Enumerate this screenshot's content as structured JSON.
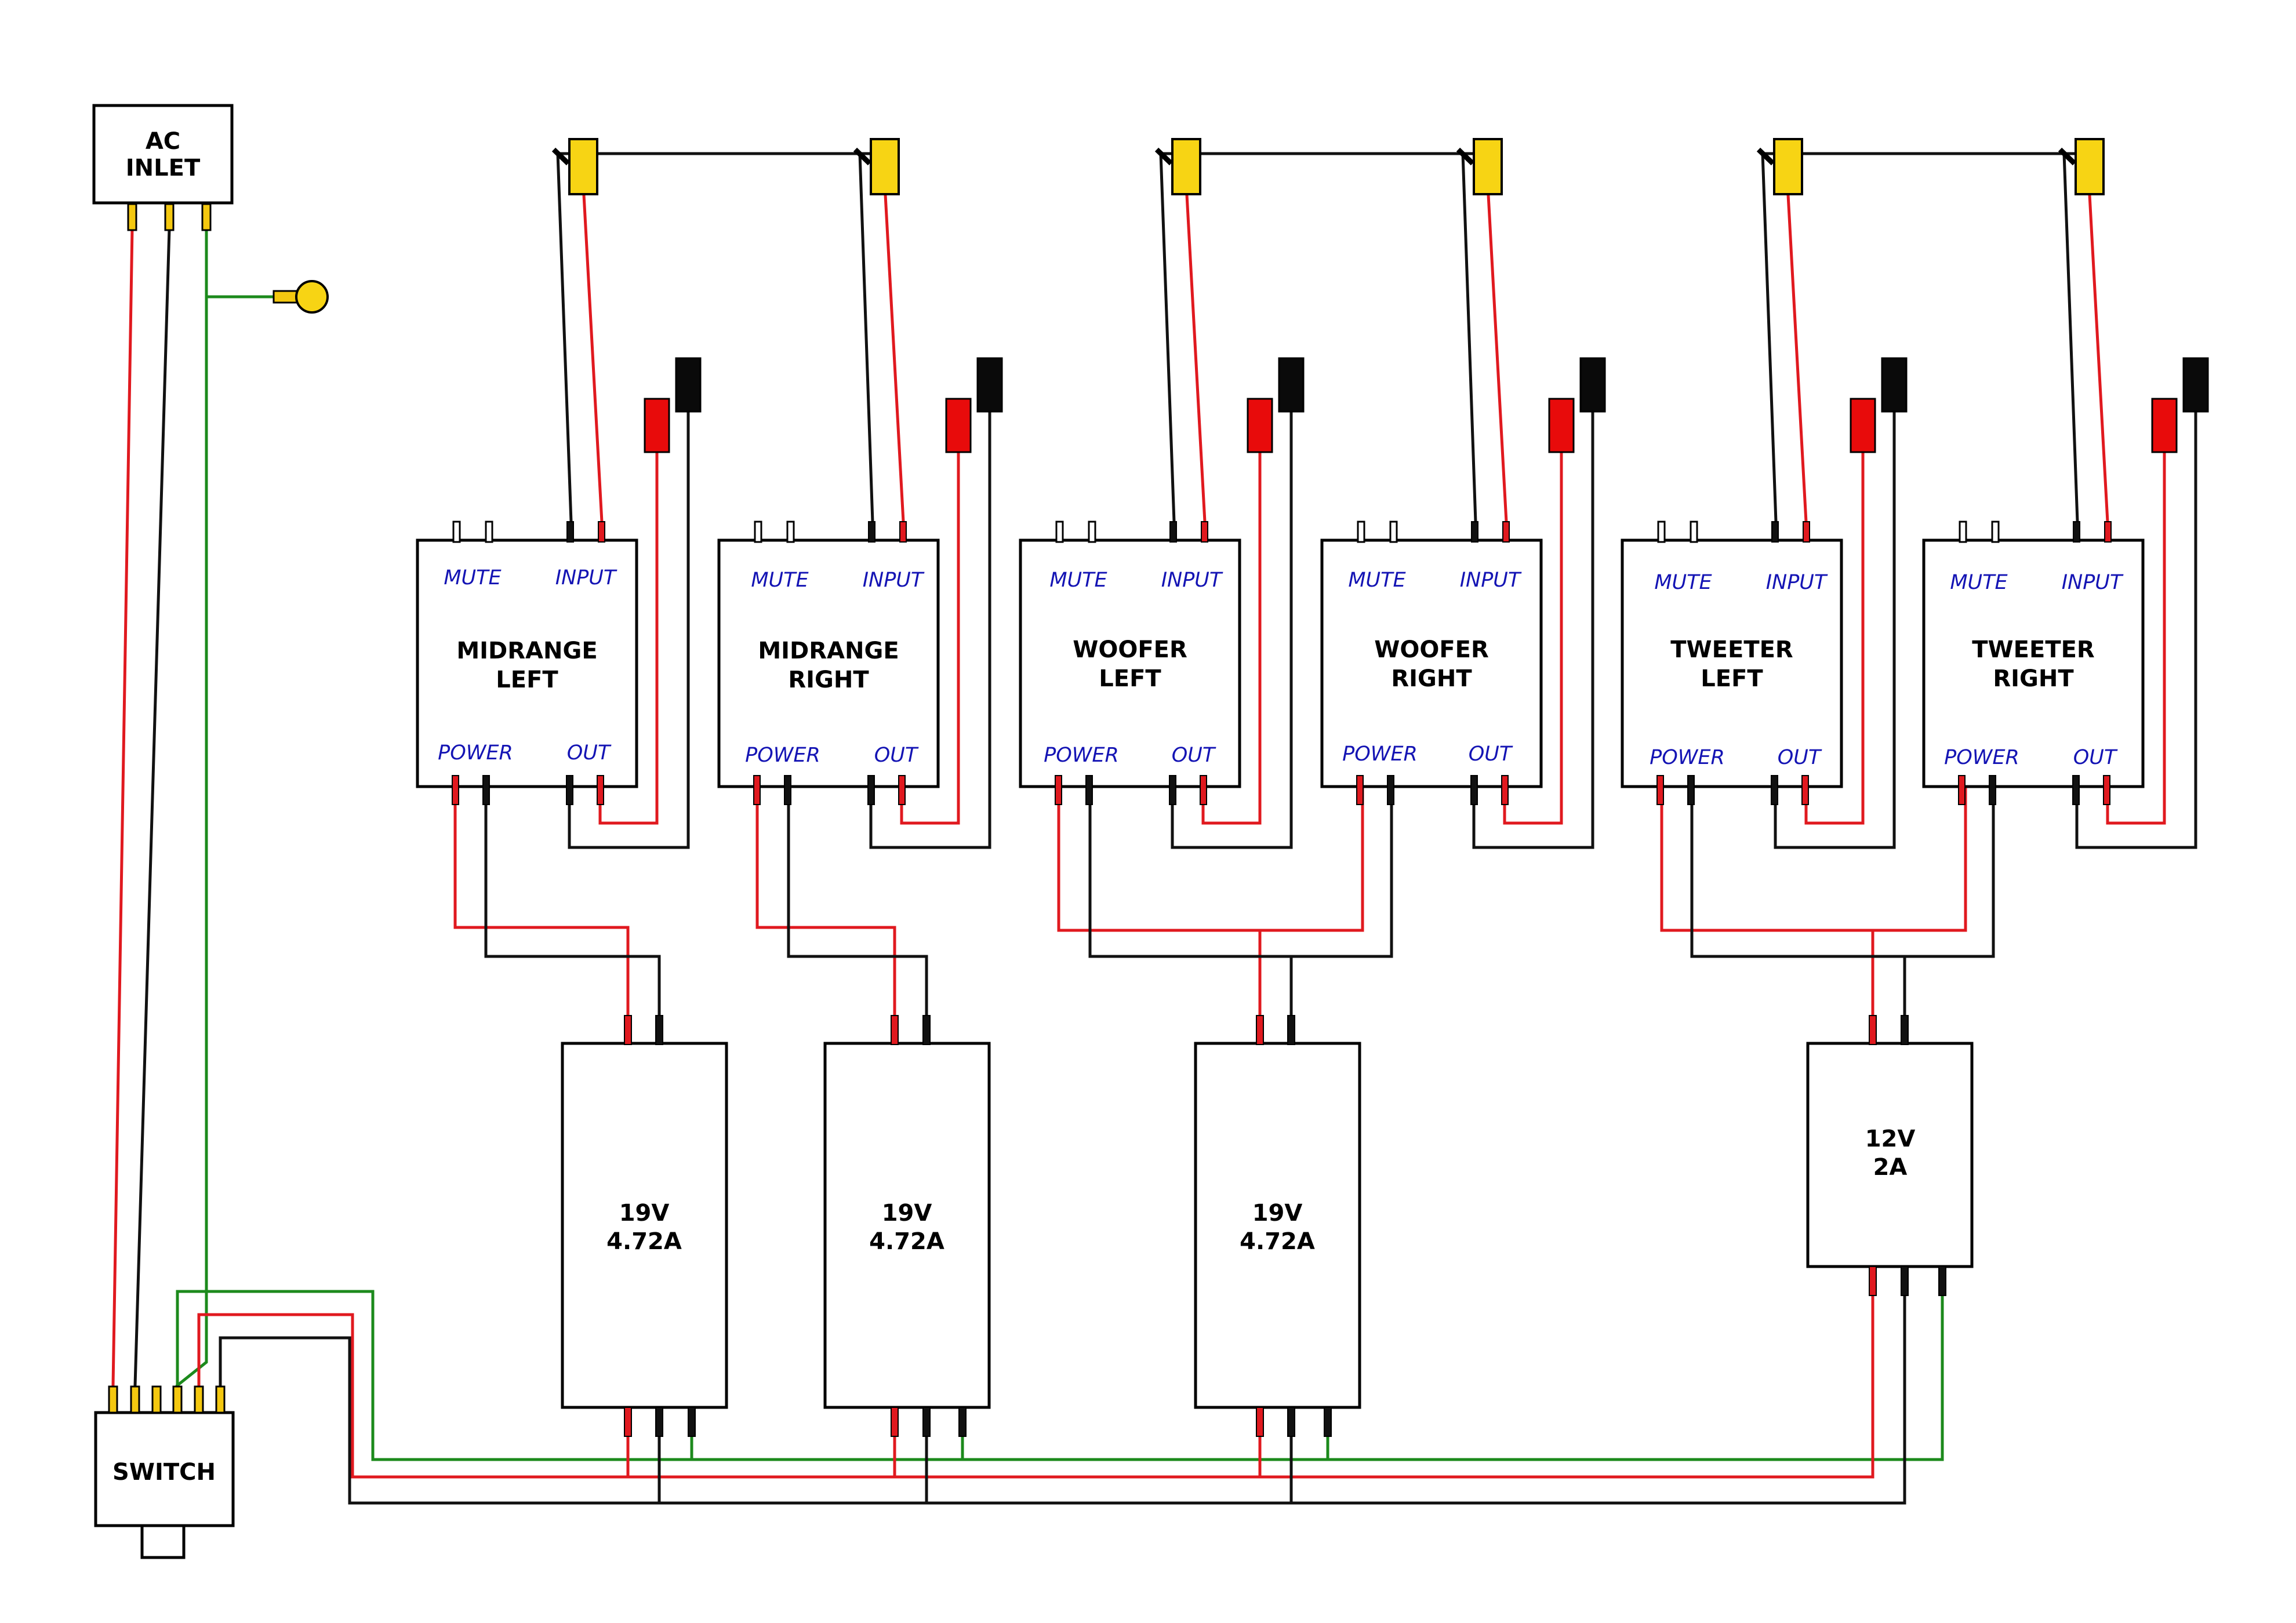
{
  "ac_inlet": {
    "line1": "AC",
    "line2": "INLET"
  },
  "switch": {
    "label": "SWITCH"
  },
  "amplifiers": [
    {
      "name1": "MIDRANGE",
      "name2": "LEFT",
      "mute": "MUTE",
      "input": "INPUT",
      "power": "POWER",
      "out": "OUT"
    },
    {
      "name1": "MIDRANGE",
      "name2": "RIGHT",
      "mute": "MUTE",
      "input": "INPUT",
      "power": "POWER",
      "out": "OUT"
    },
    {
      "name1": "WOOFER",
      "name2": "LEFT",
      "mute": "MUTE",
      "input": "INPUT",
      "power": "POWER",
      "out": "OUT"
    },
    {
      "name1": "WOOFER",
      "name2": "RIGHT",
      "mute": "MUTE",
      "input": "INPUT",
      "power": "POWER",
      "out": "OUT"
    },
    {
      "name1": "TWEETER",
      "name2": "LEFT",
      "mute": "MUTE",
      "input": "INPUT",
      "power": "POWER",
      "out": "OUT"
    },
    {
      "name1": "TWEETER",
      "name2": "RIGHT",
      "mute": "MUTE",
      "input": "INPUT",
      "power": "POWER",
      "out": "OUT"
    }
  ],
  "power_supplies": [
    {
      "voltage": "19V",
      "current": "4.72A"
    },
    {
      "voltage": "19V",
      "current": "4.72A"
    },
    {
      "voltage": "19V",
      "current": "4.72A"
    },
    {
      "voltage": "12V",
      "current": "2A"
    }
  ],
  "colors": {
    "live_wire": "#e0191f",
    "neutral_wire": "#111111",
    "ground_wire": "#1c8a1c",
    "connector": "#f4c810",
    "label_text": "#1414b4"
  }
}
